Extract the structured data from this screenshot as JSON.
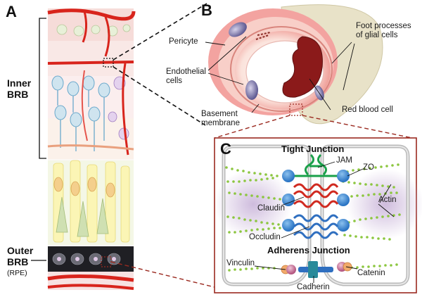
{
  "panels": {
    "a": "A",
    "b": "B",
    "c": "C"
  },
  "panel_a": {
    "inner_brb": [
      "Inner",
      "BRB"
    ],
    "outer_brb": [
      "Outer",
      "BRB"
    ],
    "rpe": "(RPE)"
  },
  "panel_b": {
    "pericyte": "Pericyte",
    "endothelial": [
      "Endothelial",
      "cells"
    ],
    "basement": [
      "Basement",
      "membrane"
    ],
    "foot_processes": [
      "Foot processes",
      "of glial cells"
    ],
    "red_blood_cell": "Red blood cell"
  },
  "panel_c": {
    "tight_junction": "Tight Junction",
    "jam": "JAM",
    "zo": "ZO",
    "claudin": "Claudin",
    "actin": "Actin",
    "occludin": "Occludin",
    "adherens_junction": "Adherens Junction",
    "vinculin": "Vinculin",
    "cadherin": "Cadherin",
    "catenin": "Catenin"
  },
  "colors": {
    "vessel_red": "#d8241c",
    "endothelium_pink": "#f3b6b0",
    "glia_beige": "#e8e2c8",
    "rbc_dark": "#8b1a1a",
    "tight_green": "#1aa04a",
    "claudin_red": "#d02a20",
    "occludin_blue": "#2f6fc0",
    "zo_blue": "#4a90d9",
    "actin_green": "#8cc63f",
    "frame_red": "#9b2a20"
  }
}
